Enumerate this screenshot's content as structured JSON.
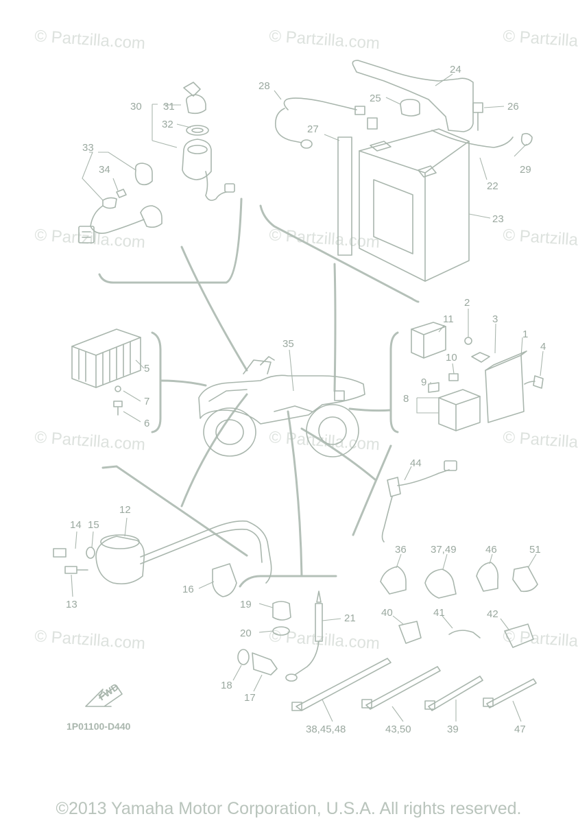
{
  "watermark": "© Partzilla.com",
  "diagram_code": "1P01100-D440",
  "fwd_label": "FWD",
  "copyright": "©2013 Yamaha Motor Corporation, U.S.A. All rights reserved.",
  "callouts": {
    "c1": "1",
    "c2": "2",
    "c3": "3",
    "c4": "4",
    "c5": "5",
    "c6": "6",
    "c7": "7",
    "c8": "8",
    "c9": "9",
    "c10": "10",
    "c11": "11",
    "c12": "12",
    "c13": "13",
    "c14": "14",
    "c15": "15",
    "c16": "16",
    "c17": "17",
    "c18": "18",
    "c19": "19",
    "c20": "20",
    "c21": "21",
    "c22": "22",
    "c23": "23",
    "c24": "24",
    "c25": "25",
    "c26": "26",
    "c27": "27",
    "c28": "28",
    "c29": "29",
    "c30": "30",
    "c31": "31",
    "c32": "32",
    "c33": "33",
    "c34": "34",
    "c35": "35",
    "c36": "36",
    "c37_49": "37,49",
    "c38_45_48": "38,45,48",
    "c39": "39",
    "c40": "40",
    "c41": "41",
    "c42": "42",
    "c43_50": "43,50",
    "c44": "44",
    "c46": "46",
    "c47": "47",
    "c51": "51"
  }
}
